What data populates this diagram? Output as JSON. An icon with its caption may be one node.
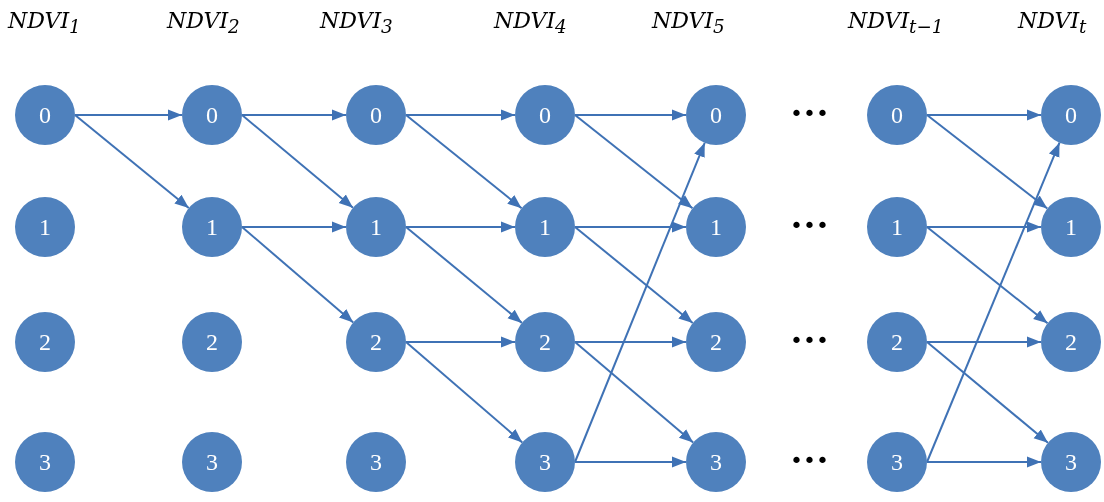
{
  "diagram": {
    "nodes": [
      {
        "text": [
          "0"
        ]
      },
      {
        "text": [
          "1"
        ]
      },
      {
        "text": [
          "2"
        ]
      },
      {
        "text": [
          "3"
        ]
      },
      {
        "text": [
          "0"
        ]
      },
      {
        "text": [
          "1"
        ]
      },
      {
        "text": [
          "2"
        ]
      },
      {
        "text": [
          "3"
        ]
      },
      {
        "text": [
          "0"
        ]
      },
      {
        "text": [
          "1"
        ]
      },
      {
        "text": [
          "2"
        ]
      },
      {
        "text": [
          "3"
        ]
      },
      {
        "text": [
          "0"
        ]
      },
      {
        "text": [
          "1"
        ]
      },
      {
        "text": [
          "2"
        ]
      },
      {
        "text": [
          "3"
        ]
      },
      {
        "text": [
          "0"
        ]
      },
      {
        "text": [
          "1"
        ]
      },
      {
        "text": [
          "2"
        ]
      },
      {
        "text": [
          "3"
        ]
      },
      {
        "text": [
          "0"
        ]
      },
      {
        "text": [
          "1"
        ]
      },
      {
        "text": [
          "2"
        ]
      },
      {
        "text": [
          "3"
        ]
      },
      {
        "text": [
          "0"
        ]
      },
      {
        "text": [
          "1"
        ]
      },
      {
        "text": [
          "2"
        ]
      },
      {
        "text": [
          "3"
        ]
      }
    ],
    "edges": [
      {
        "from": 0,
        "to": 4,
        "arrow": "to"
      },
      {
        "from": 0,
        "to": 5,
        "arrow": "to"
      },
      {
        "from": 4,
        "to": 8,
        "arrow": "to"
      },
      {
        "from": 4,
        "to": 9,
        "arrow": "to"
      },
      {
        "from": 5,
        "to": 9,
        "arrow": "to"
      },
      {
        "from": 5,
        "to": 10,
        "arrow": "to"
      },
      {
        "from": 8,
        "to": 12,
        "arrow": "to"
      },
      {
        "from": 8,
        "to": 13,
        "arrow": "to"
      },
      {
        "from": 9,
        "to": 13,
        "arrow": "to"
      },
      {
        "from": 9,
        "to": 14,
        "arrow": "to"
      },
      {
        "from": 10,
        "to": 14,
        "arrow": "to"
      },
      {
        "from": 10,
        "to": 15,
        "arrow": "to"
      },
      {
        "from": 12,
        "to": 16,
        "arrow": "to"
      },
      {
        "from": 12,
        "to": 17,
        "arrow": "to"
      },
      {
        "from": 13,
        "to": 17,
        "arrow": "to"
      },
      {
        "from": 13,
        "to": 18,
        "arrow": "to"
      },
      {
        "from": 14,
        "to": 18,
        "arrow": "to"
      },
      {
        "from": 14,
        "to": 19,
        "arrow": "to"
      },
      {
        "from": 15,
        "to": 19,
        "arrow": "to"
      },
      {
        "from": 15,
        "to": 16,
        "arrow": "to"
      },
      {
        "from": 20,
        "to": 24,
        "arrow": "to"
      },
      {
        "from": 20,
        "to": 25,
        "arrow": "to"
      },
      {
        "from": 21,
        "to": 25,
        "arrow": "to"
      },
      {
        "from": 21,
        "to": 26,
        "arrow": "to"
      },
      {
        "from": 22,
        "to": 26,
        "arrow": "to"
      },
      {
        "from": 22,
        "to": 27,
        "arrow": "to"
      },
      {
        "from": 23,
        "to": 27,
        "arrow": "to"
      },
      {
        "from": 23,
        "to": 24,
        "arrow": "to"
      }
    ],
    "labels": [
      "NDVI$_{1}$",
      "NDVI$_{2}$",
      "NDVI$_{3}$",
      "NDVI$_{4}$",
      "NDVI$_{5}$",
      "NDVI$_{t−1}$",
      "NDVI$_{t}$",
      "•••",
      "•••",
      "•••",
      "•••"
    ]
  }
}
